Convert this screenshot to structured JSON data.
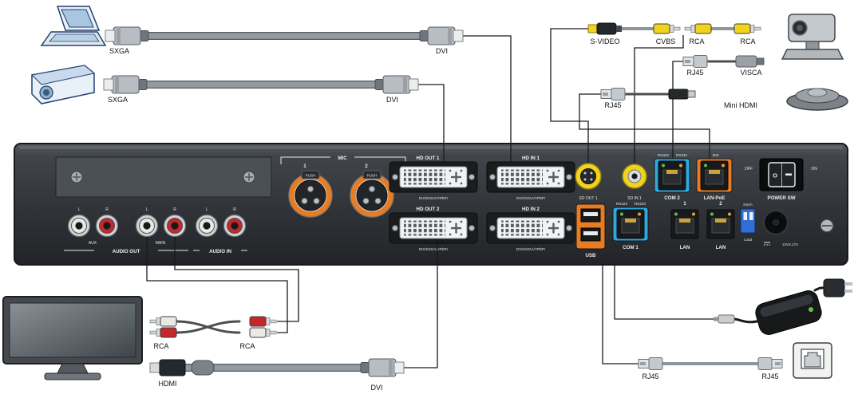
{
  "connections": {
    "top_left": {
      "laptop_cable_res": "SXGA",
      "laptop_cable_dvi": "DVI",
      "projector_cable_res": "SXGA",
      "projector_cable_dvi": "DVI"
    },
    "top_right": {
      "svideo": "S-VIDEO",
      "cvbs": "CVBS",
      "cam_rca_left": "RCA",
      "cam_rca_right": "RCA",
      "visca_rj45": "RJ45",
      "visca": "VISCA",
      "spk_rj45": "RJ45",
      "mini_hdmi": "Mini HDMI"
    },
    "bottom_left": {
      "rca_left": "RCA",
      "rca_right": "RCA",
      "hdmi": "HDMI",
      "dvi": "DVI"
    },
    "bottom_right": {
      "rj45_left": "RJ45",
      "rj45_right": "RJ45"
    }
  },
  "panel": {
    "audio": {
      "l": "L",
      "r": "R",
      "aux": "AUX",
      "main": "MAIN",
      "audio_out": "AUDIO OUT",
      "audio_in": "AUDIO IN"
    },
    "mic": {
      "group": "MIC",
      "num1": "1",
      "num2": "2",
      "push": "PUSH"
    },
    "video": {
      "hd_out_1": "HD OUT 1",
      "hd_in_1": "HD IN 1",
      "hd_out_2": "HD OUT 2",
      "hd_in_2": "HD IN 2",
      "format": "DVI/SXGA/YPbPr",
      "sd_out_1": "SD OUT 1",
      "sd_in_1": "SD IN 1"
    },
    "com2": {
      "rs422": "RS422",
      "rs232": "RS232",
      "label": "COM 2"
    },
    "lan_poe": {
      "top": "MIC",
      "label": "LAN-PoE"
    },
    "power_sw": {
      "off": "OFF",
      "on": "ON",
      "label": "POWER SW",
      "rocker_off": "O"
    },
    "usb": {
      "label": "USB"
    },
    "com1": {
      "rs422": "RS422",
      "rs232": "RS232",
      "label": "COM 1"
    },
    "lan1": {
      "num": "1",
      "label": "LAN"
    },
    "lan2": {
      "num": "2",
      "label": "LAN"
    },
    "dip": {
      "norm": "Norm",
      "load": "Load"
    },
    "power_in": {
      "rating": "12V4.17A"
    }
  },
  "colors": {
    "accent_orange": "#e87c22",
    "accent_blue": "#2fa8dd",
    "video_yellow": "#f2d31b",
    "rca_red": "#c5272d",
    "panel_dark": "#2f3236",
    "cable_gray": "#8f969b"
  }
}
